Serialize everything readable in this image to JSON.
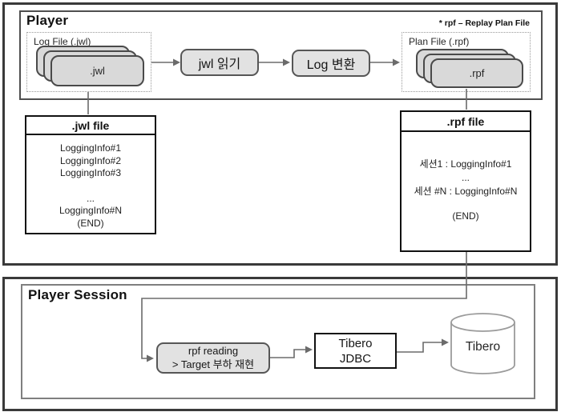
{
  "colors": {
    "background": "#ffffff",
    "section_border": "#3a3a3a",
    "player_box_border": "#4f4f4f",
    "session_box_border": "#7f7f7f",
    "connector": "#6b6b6b",
    "process_fill": "#e2e2e2",
    "card_fill": "#d9d9d9",
    "detail_border": "#111111",
    "text": "#1a1a1a"
  },
  "player": {
    "title": "Player",
    "note": "* rpf – Replay Plan File",
    "log_file": {
      "label": "Log File (.jwl)",
      "card": ".jwl"
    },
    "step1": {
      "label": "jwl 읽기"
    },
    "step2": {
      "label": "Log 변환"
    },
    "plan_file": {
      "label": "Plan File (.rpf)",
      "card": ".rpf"
    }
  },
  "jwl_detail": {
    "title": ".jwl file",
    "lines": [
      "LoggingInfo#1",
      "LoggingInfo#2",
      "LoggingInfo#3"
    ],
    "lines2": [
      "...",
      "LoggingInfo#N",
      "(END)"
    ]
  },
  "rpf_detail": {
    "title": ".rpf file",
    "lines": [
      "세션1 : LoggingInfo#1",
      "...",
      "세션 #N : LoggingInfo#N"
    ],
    "end": "(END)"
  },
  "session": {
    "title": "Player Session",
    "rpf_reading": {
      "line1": "rpf reading",
      "line2": "> Target 부하 재현"
    },
    "jdbc": {
      "line1": "Tibero",
      "line2": "JDBC"
    },
    "database": {
      "label": "Tibero"
    }
  }
}
